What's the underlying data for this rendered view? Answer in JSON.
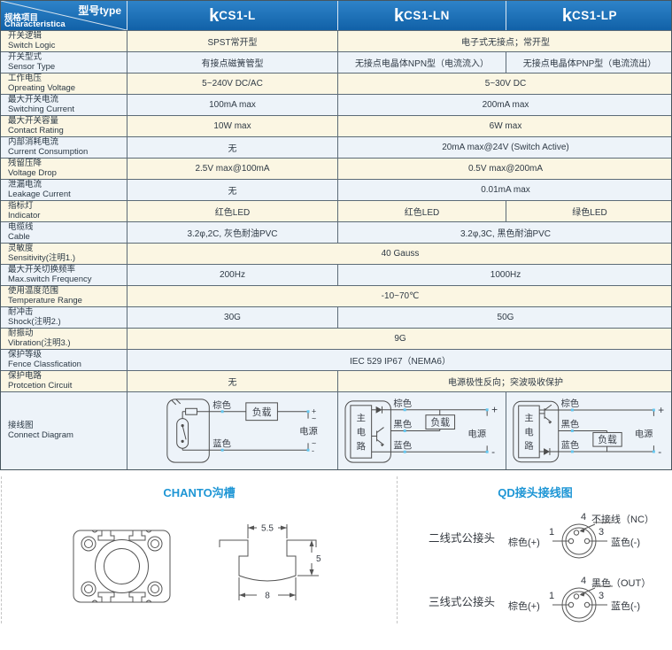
{
  "colors": {
    "header_blue_top": "#2e83c8",
    "header_blue_bottom": "#1161a8",
    "row_cream": "#fbf6e3",
    "row_blue": "#edf3f9",
    "border": "#5c6b77",
    "title_blue": "#1e96d5",
    "wire_dot": "#63c7f0"
  },
  "header": {
    "corner_top": "型号type",
    "corner_cn": "规格项目",
    "corner_en": "Characteristica",
    "models": [
      {
        "lead": "k",
        "rest": "CS1-L"
      },
      {
        "lead": "k",
        "rest": "CS1-LN"
      },
      {
        "lead": "k",
        "rest": "CS1-LP"
      }
    ]
  },
  "rows": [
    {
      "label_cn": "开关逻辑",
      "label_en": "Switch Logic",
      "cells": [
        {
          "text": "SPST常开型",
          "span": 1
        },
        {
          "text": "电子式无接点；常开型",
          "span": 2
        }
      ]
    },
    {
      "label_cn": "开关型式",
      "label_en": "Sensor Type",
      "cells": [
        {
          "text": "有接点磁簧管型",
          "span": 1
        },
        {
          "text": "无接点电晶体NPN型（电流流入）",
          "span": 1
        },
        {
          "text": "无接点电晶体PNP型（电流流出）",
          "span": 1
        }
      ]
    },
    {
      "label_cn": "工作电压",
      "label_en": "Opreating Voltage",
      "cells": [
        {
          "text": "5~240V DC/AC",
          "span": 1
        },
        {
          "text": "5~30V DC",
          "span": 2
        }
      ]
    },
    {
      "label_cn": "最大开关电流",
      "label_en": "Switching Current",
      "cells": [
        {
          "text": "100mA max",
          "span": 1
        },
        {
          "text": "200mA max",
          "span": 2
        }
      ]
    },
    {
      "label_cn": "最大开关容量",
      "label_en": "Contact Rating",
      "cells": [
        {
          "text": "10W max",
          "span": 1
        },
        {
          "text": "6W max",
          "span": 2
        }
      ]
    },
    {
      "label_cn": "内部消耗电流",
      "label_en": "Current Consumption",
      "cells": [
        {
          "text": "无",
          "span": 1
        },
        {
          "text": "20mA max@24V (Switch Active)",
          "span": 2
        }
      ]
    },
    {
      "label_cn": "残留压降",
      "label_en": "Voltage Drop",
      "cells": [
        {
          "text": "2.5V max@100mA",
          "span": 1
        },
        {
          "text": "0.5V max@200mA",
          "span": 2
        }
      ]
    },
    {
      "label_cn": "泄漏电流",
      "label_en": "Leakage Current",
      "cells": [
        {
          "text": "无",
          "span": 1
        },
        {
          "text": "0.01mA max",
          "span": 2
        }
      ]
    },
    {
      "label_cn": "指标灯",
      "label_en": "Indicator",
      "cells": [
        {
          "text": "红色LED",
          "span": 1
        },
        {
          "text": "红色LED",
          "span": 1
        },
        {
          "text": "绿色LED",
          "span": 1
        }
      ]
    },
    {
      "label_cn": "电缆线",
      "label_en": "Cable",
      "cells": [
        {
          "text": "3.2φ,2C, 灰色耐油PVC",
          "span": 1
        },
        {
          "text": "3.2φ,3C, 黑色耐油PVC",
          "span": 2
        }
      ]
    },
    {
      "label_cn": "灵敏度",
      "label_en": "Sensitivity(注明1.)",
      "cells": [
        {
          "text": "40 Gauss",
          "span": 3
        }
      ]
    },
    {
      "label_cn": "最大开关切换频率",
      "label_en": "Max.switch Frequency",
      "cells": [
        {
          "text": "200Hz",
          "span": 1
        },
        {
          "text": "1000Hz",
          "span": 2
        }
      ]
    },
    {
      "label_cn": "使用温度范围",
      "label_en": "Temperature Range",
      "cells": [
        {
          "text": "-10~70℃",
          "span": 3
        }
      ]
    },
    {
      "label_cn": "耐冲击",
      "label_en": "Shock(注明2.)",
      "cells": [
        {
          "text": "30G",
          "span": 1
        },
        {
          "text": "50G",
          "span": 2
        }
      ]
    },
    {
      "label_cn": "耐振动",
      "label_en": "Vibration(注明3.)",
      "cells": [
        {
          "text": "9G",
          "span": 3
        }
      ]
    },
    {
      "label_cn": "保护等级",
      "label_en": "Fence Classfication",
      "cells": [
        {
          "text": "IEC 529 IP67（NEMA6）",
          "span": 3
        }
      ]
    },
    {
      "label_cn": "保护电路",
      "label_en": "Protcetion Circuit",
      "cells": [
        {
          "text": "无",
          "span": 1
        },
        {
          "text": "电源极性反向；突波吸收保护",
          "span": 2
        }
      ]
    }
  ],
  "diagram_row": {
    "label_cn": "接线图",
    "label_en": "Connect Diagram"
  },
  "wiring": {
    "l": {
      "brown": "棕色",
      "blue": "蓝色",
      "load": "负载",
      "power": "电源",
      "plus": "+",
      "tilde_top": "~",
      "tilde_bottom": "~",
      "minus": "-"
    },
    "ln": {
      "main": [
        "主",
        "电",
        "路"
      ],
      "brown": "棕色",
      "black": "黑色",
      "blue": "蓝色",
      "load": "负载",
      "power": "电源",
      "plus": "+",
      "minus": "-"
    },
    "lp": {
      "main": [
        "主",
        "电",
        "路"
      ],
      "brown": "棕色",
      "black": "黑色",
      "blue": "蓝色",
      "load": "负载",
      "power": "电源",
      "plus": "+",
      "minus": "-"
    }
  },
  "bottom": {
    "left_title": "CHANTO沟槽",
    "right_title": "QD接头接线图",
    "groove_dims": {
      "opening": "5.5",
      "depth": "5",
      "width": "8"
    },
    "connectors": [
      {
        "label": "二线式公接头",
        "pin1_num": "1",
        "pin1": "棕色(+)",
        "pin4_num": "4",
        "pin4": "不接线（NC）",
        "pin3_num": "3",
        "pin3": "蓝色(-)"
      },
      {
        "label": "三线式公接头",
        "pin1_num": "1",
        "pin1": "棕色(+)",
        "pin4_num": "4",
        "pin4": "黑色（OUT）",
        "pin3_num": "3",
        "pin3": "蓝色(-)"
      }
    ]
  }
}
